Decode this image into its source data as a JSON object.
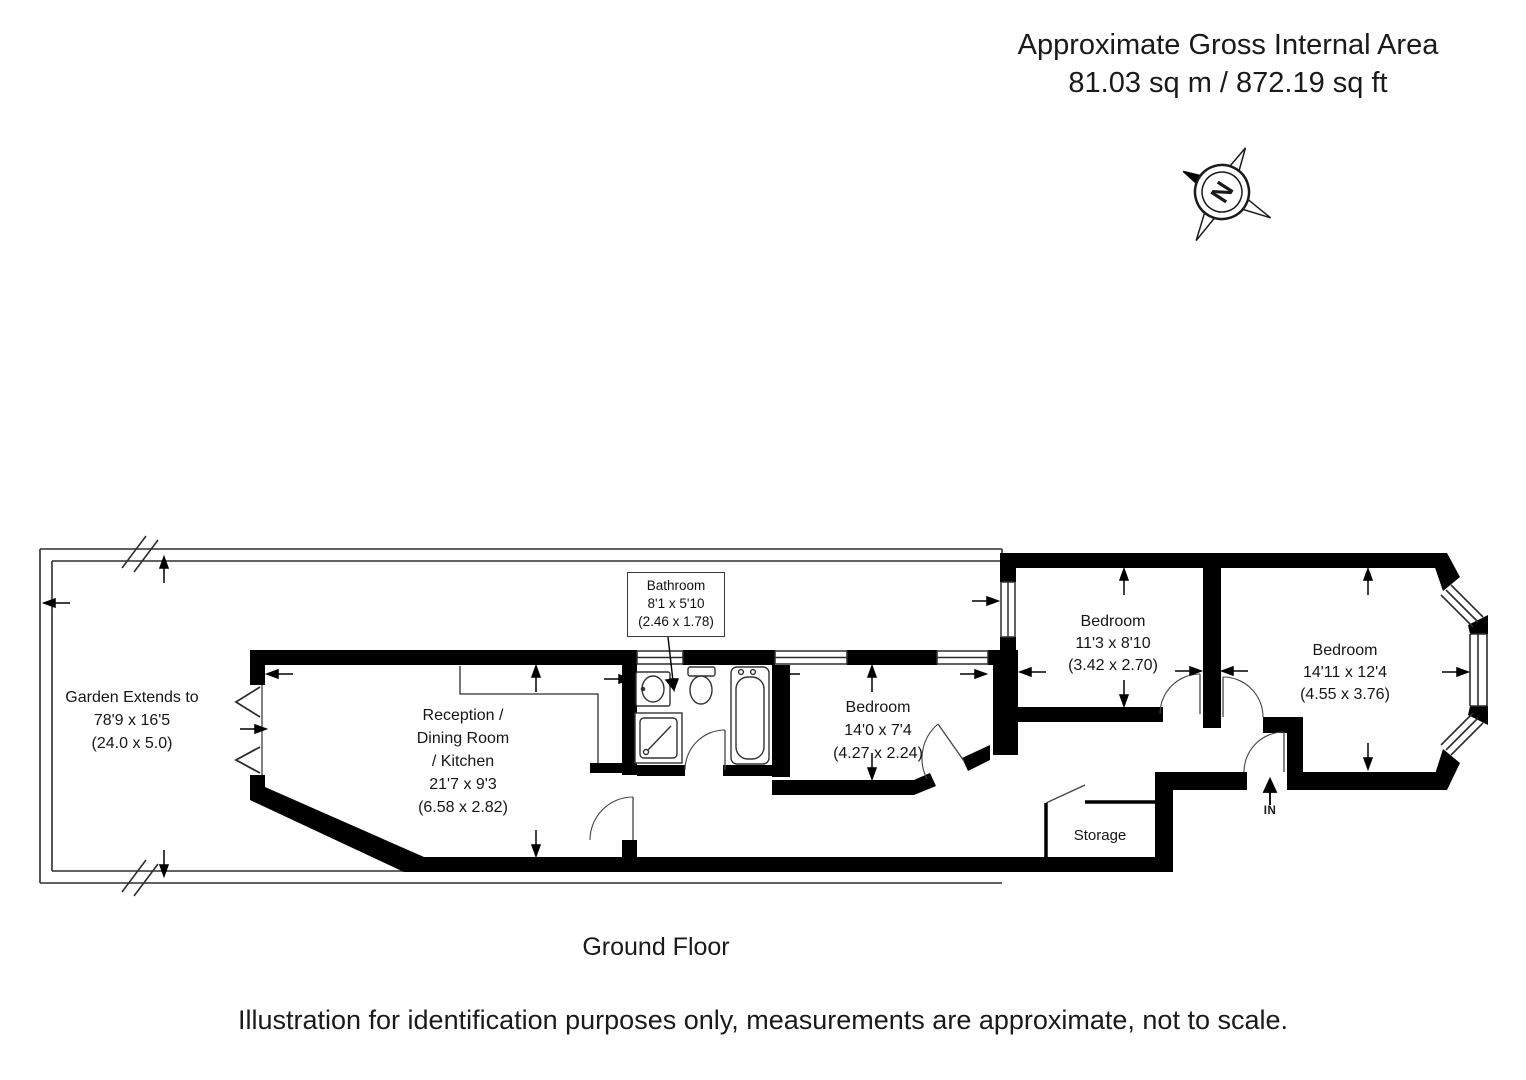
{
  "header": {
    "line1": "Approximate Gross Internal Area",
    "line2": "81.03 sq m / 872.19 sq ft"
  },
  "compass": {
    "label": "N"
  },
  "rooms": {
    "garden": {
      "name": "Garden Extends to",
      "imperial": "78'9 x 16'5",
      "metric": "(24.0 x 5.0)"
    },
    "reception": {
      "name1": "Reception /",
      "name2": "Dining Room",
      "name3": "/ Kitchen",
      "imperial": "21'7 x 9'3",
      "metric": "(6.58 x 2.82)"
    },
    "bathroom": {
      "name": "Bathroom",
      "imperial": "8'1 x 5'10",
      "metric": "(2.46 x 1.78)"
    },
    "bedroom1": {
      "name": "Bedroom",
      "imperial": "14'0 x 7'4",
      "metric": "(4.27 x 2.24)"
    },
    "bedroom2": {
      "name": "Bedroom",
      "imperial": "11'3 x 8'10",
      "metric": "(3.42 x 2.70)"
    },
    "bedroom3": {
      "name": "Bedroom",
      "imperial": "14'11 x 12'4",
      "metric": "(4.55 x 3.76)"
    },
    "storage": {
      "name": "Storage"
    }
  },
  "entrance": {
    "label": "IN"
  },
  "footer": {
    "floor": "Ground Floor",
    "disclaimer": "Illustration for identification purposes only, measurements are approximate, not to scale."
  },
  "colors": {
    "wall": "#000000",
    "thin_line": "#2e2e2e",
    "background": "#ffffff"
  }
}
